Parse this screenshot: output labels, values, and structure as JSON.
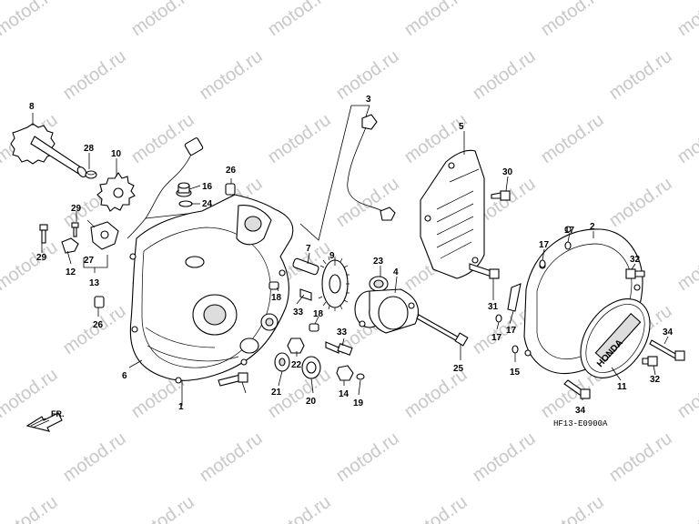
{
  "watermark": "motod.ru",
  "diagram_code": "HF13-E0900A",
  "direction_label": "FR.",
  "cover_brand": "HONDA",
  "callouts": [
    "8",
    "28",
    "10",
    "29",
    "12",
    "27",
    "13",
    "29",
    "16",
    "24",
    "26",
    "26",
    "6",
    "1",
    "3",
    "7",
    "9",
    "18",
    "33",
    "18",
    "23",
    "4",
    "33",
    "22",
    "21",
    "20",
    "14",
    "19",
    "25",
    "5",
    "30",
    "31",
    "17",
    "17",
    "17",
    "15",
    "17",
    "2",
    "32",
    "34",
    "32",
    "11",
    "34"
  ]
}
